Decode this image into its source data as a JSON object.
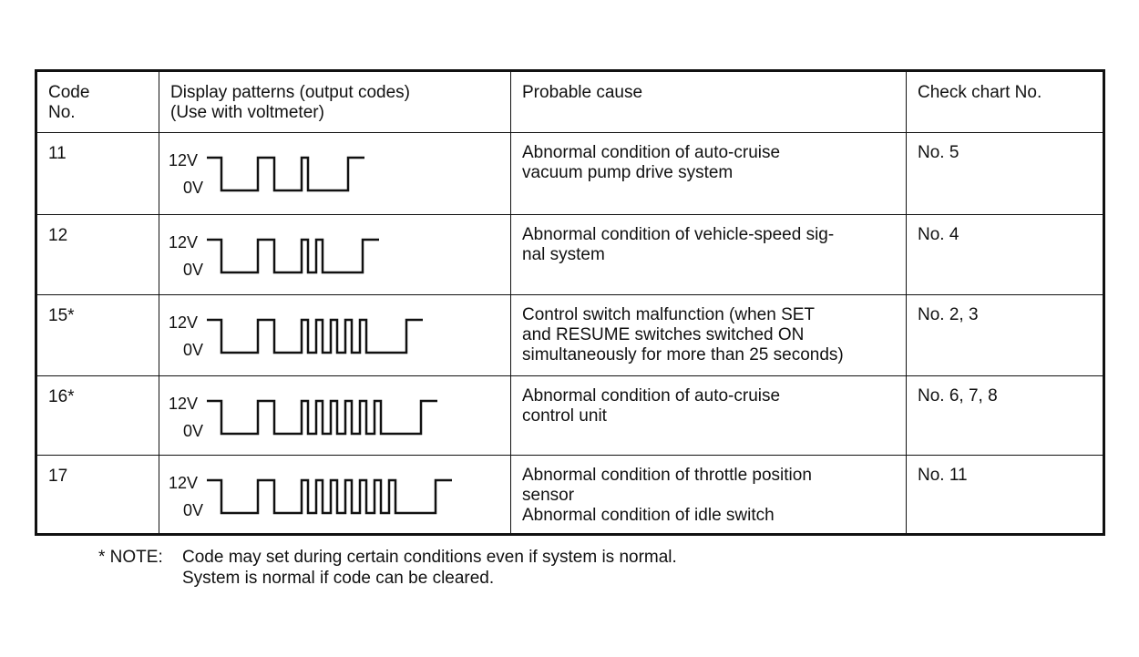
{
  "table": {
    "headers": {
      "code": "Code\nNo.",
      "pattern": "Display patterns (output codes)\n(Use with voltmeter)",
      "cause": "Probable cause",
      "chart": "Check chart No."
    },
    "high_label": "12V",
    "low_label": "0V",
    "rows": [
      {
        "code": "11",
        "cause": "Abnormal condition of auto-cruise\nvacuum pump drive system",
        "chart": "No. 5",
        "tens_pulses": 1,
        "unit_pulses": 1
      },
      {
        "code": "12",
        "cause": "Abnormal condition of vehicle-speed sig-\nnal system",
        "chart": "No. 4",
        "tens_pulses": 1,
        "unit_pulses": 2
      },
      {
        "code": "15*",
        "cause": "Control switch malfunction (when SET\nand RESUME switches switched ON\nsimultaneously for more than 25 seconds)",
        "chart": "No. 2, 3",
        "tens_pulses": 1,
        "unit_pulses": 5
      },
      {
        "code": "16*",
        "cause": "Abnormal condition of auto-cruise\ncontrol unit",
        "chart": "No. 6, 7, 8",
        "tens_pulses": 1,
        "unit_pulses": 6
      },
      {
        "code": "17",
        "cause": "Abnormal condition of throttle position\nsensor\nAbnormal condition of idle switch",
        "chart": "No. 11",
        "tens_pulses": 1,
        "unit_pulses": 7
      }
    ]
  },
  "footnote": {
    "marker": "* NOTE:",
    "line1": "Code may set during certain conditions even if system is normal.",
    "line2": "System is normal if code can be cleared."
  }
}
